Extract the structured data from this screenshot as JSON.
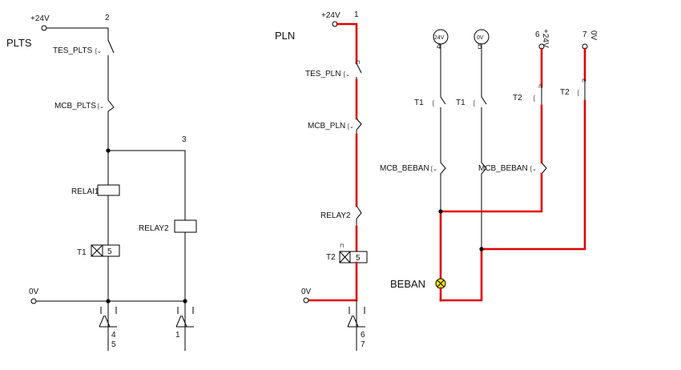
{
  "colors": {
    "energized": "#e00000",
    "wire": "#000000",
    "lamp": "#f5e400"
  },
  "plts": {
    "title": "PLTS",
    "supply": "+24V",
    "ground": "0V",
    "nodes": [
      "2",
      "3"
    ],
    "switch_test": "TES_PLTS",
    "switch_mcb": "MCB_PLTS",
    "coil_relay1": "RELAI1",
    "coil_relay2": "RELAY2",
    "timer": "T1",
    "timer_value": "5",
    "contact_a_numbers": [
      "4",
      "5"
    ],
    "contact_b_numbers": [
      "1"
    ]
  },
  "pln": {
    "title": "PLN",
    "supply": "+24V",
    "ground": "0V",
    "node": "1",
    "switch_test": "TES_PLN",
    "switch_mcb": "MCB_PLN",
    "relay_contact": "RELAY2",
    "timer": "T2",
    "timer_value": "5",
    "contact_numbers": [
      "6",
      "7"
    ]
  },
  "load": {
    "term_1": "24V",
    "term_1_num": "4",
    "term_2": "0V",
    "term_2_num": "5",
    "term_3": "+24V",
    "term_3_num": "6",
    "term_4": "0V",
    "term_4_num": "7",
    "contact_t1_a": "T1",
    "contact_t1_b": "T1",
    "contact_t2_a": "T2",
    "contact_t2_b": "T2",
    "mcb_a": "MCB_BEBAN",
    "mcb_b": "MCB_BEBAN",
    "lamp": "BEBAN"
  }
}
